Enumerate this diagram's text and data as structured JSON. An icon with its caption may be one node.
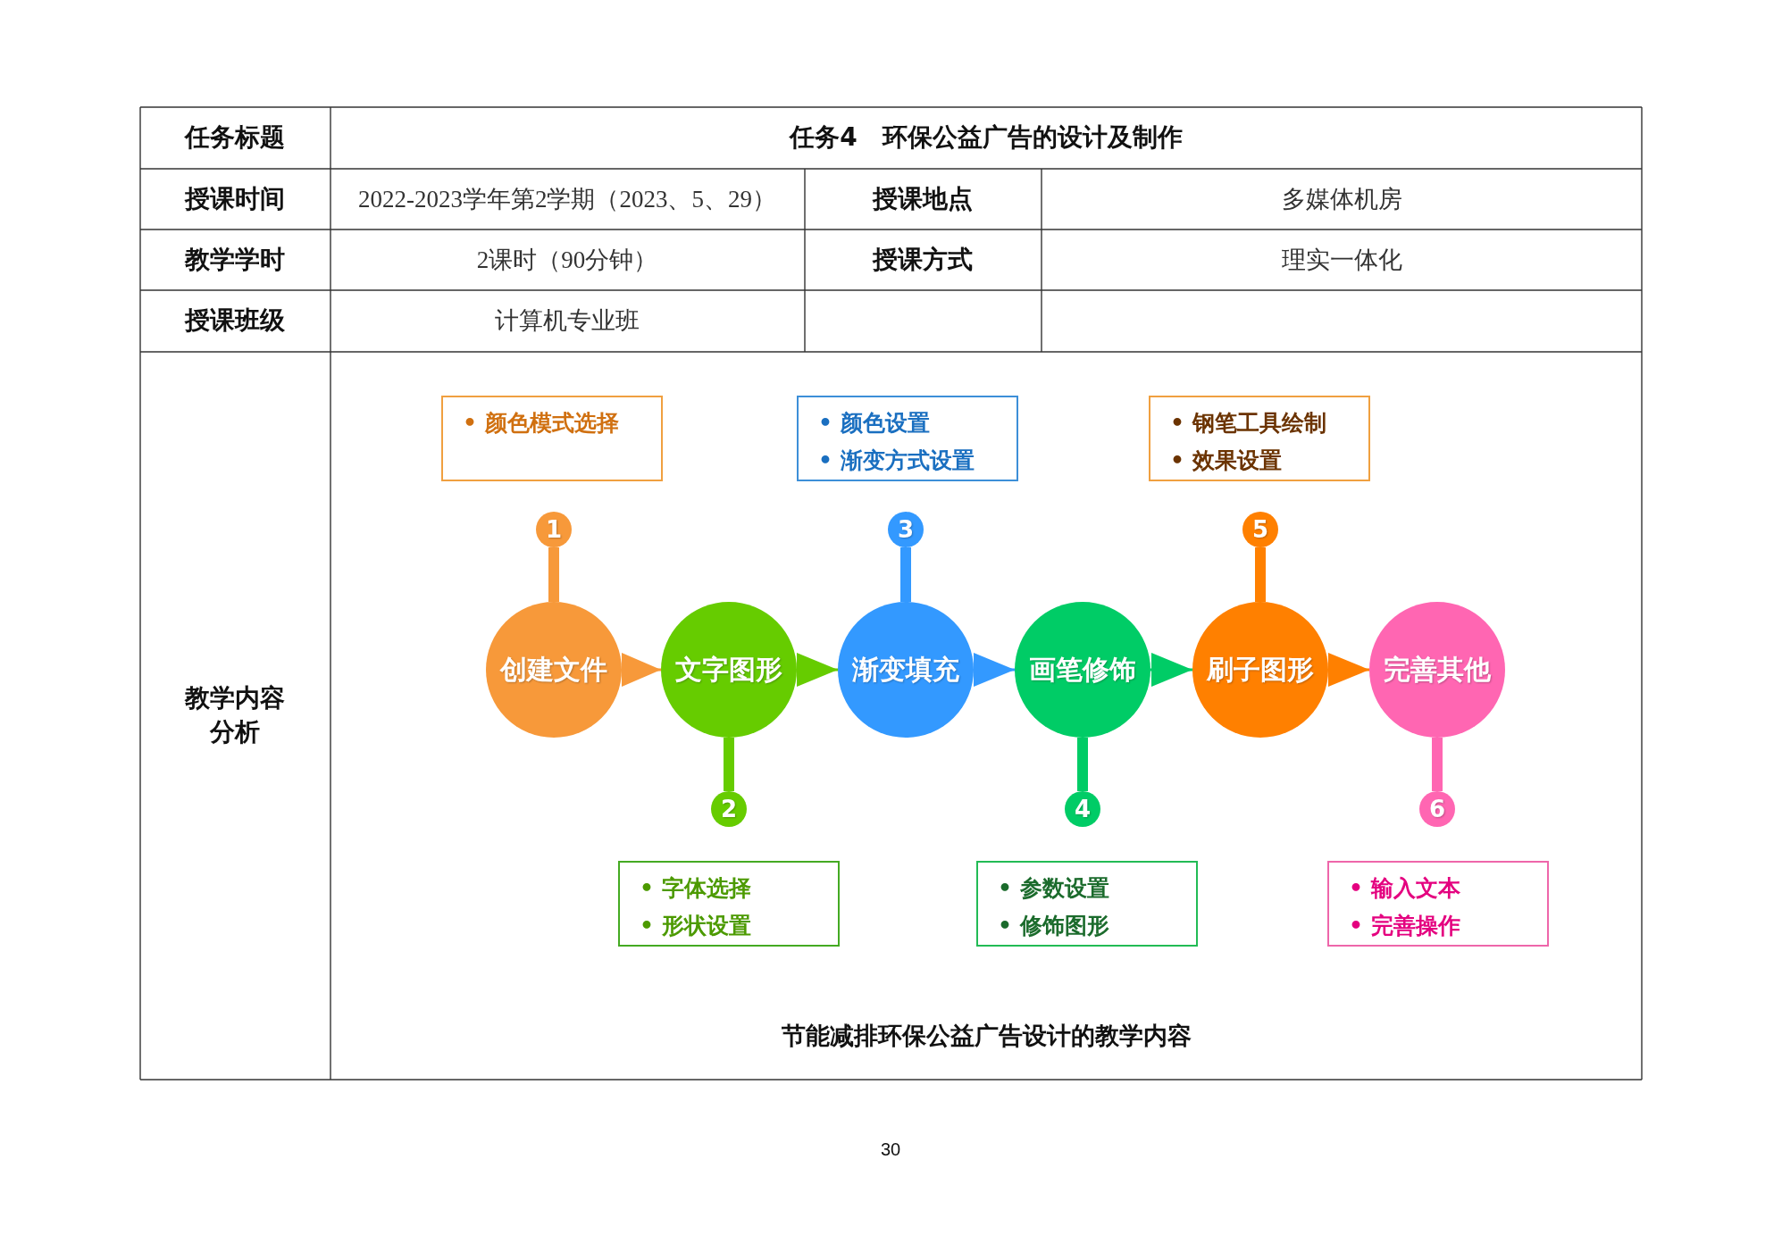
{
  "diagram": {
    "caption": "节能减排环保公益广告设计的教学内容",
    "nodes": [
      {
        "text": [
          "• 颜色模式选择"
        ]
      },
      {
        "text": [
          "• 颜色设置",
          "• 渐变方式设置"
        ]
      },
      {
        "text": [
          "• 钢笔工具绘制",
          "• 效果设置"
        ]
      },
      {
        "text": [
          "1"
        ]
      },
      {
        "text": [
          "3"
        ]
      },
      {
        "text": [
          "5"
        ]
      },
      {
        "text": [
          "创建文件"
        ]
      },
      {
        "text": [
          "文字图形"
        ]
      },
      {
        "text": [
          "渐变填充"
        ]
      },
      {
        "text": [
          "画笔修饰"
        ]
      },
      {
        "text": [
          "刷子图形"
        ]
      },
      {
        "text": [
          "完善其他"
        ]
      },
      {
        "text": [
          "2"
        ]
      },
      {
        "text": [
          "4"
        ]
      },
      {
        "text": [
          "6"
        ]
      },
      {
        "text": [
          "• 字体选择",
          "• 形状设置"
        ]
      },
      {
        "text": [
          "• 参数设置",
          "• 修饰图形"
        ]
      },
      {
        "text": [
          "• 输入文本",
          "• 完善操作"
        ]
      }
    ],
    "edges": [
      {
        "from": 6,
        "to": 3,
        "arrow": "none",
        "color": "#f7993a"
      },
      {
        "from": 7,
        "to": 12,
        "arrow": "none",
        "color": "#66cc00"
      },
      {
        "from": 8,
        "to": 4,
        "arrow": "none",
        "color": "#3399ff"
      },
      {
        "from": 9,
        "to": 13,
        "arrow": "none",
        "color": "#00cc66"
      },
      {
        "from": 10,
        "to": 5,
        "arrow": "none",
        "color": "#ff8000"
      },
      {
        "from": 11,
        "to": 14,
        "arrow": "none",
        "color": "#ff66b2"
      },
      {
        "from": 6,
        "to": 7,
        "arrow": "to",
        "color": "#f7993a"
      },
      {
        "from": 7,
        "to": 8,
        "arrow": "to",
        "color": "#66cc00"
      },
      {
        "from": 8,
        "to": 9,
        "arrow": "to",
        "color": "#3399ff"
      },
      {
        "from": 9,
        "to": 10,
        "arrow": "to",
        "color": "#00cc66"
      },
      {
        "from": 10,
        "to": 11,
        "arrow": "to",
        "color": "#ff8000"
      }
    ],
    "labels": [
      "任务标题",
      "任务4　环保公益广告的设计及制作",
      "授课时间",
      "2022-2023学年第2学期（2023、5、29）",
      "授课地点",
      "多媒体机房",
      "教学学时",
      "2课时（90分钟）",
      "授课方式",
      "理实一体化",
      "授课班级",
      "计算机专业班",
      "教学内容分析",
      "30"
    ]
  }
}
